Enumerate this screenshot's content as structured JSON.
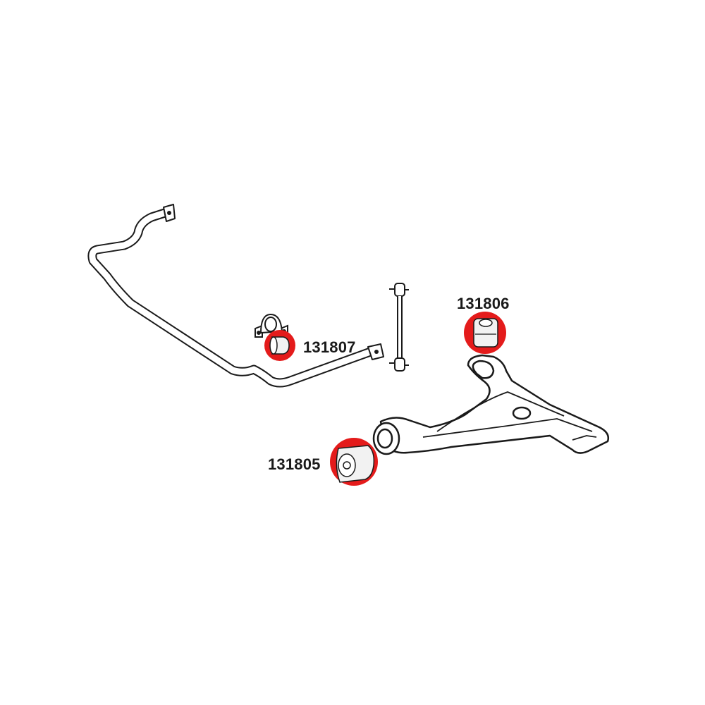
{
  "parts": {
    "stabilizer_bushing": {
      "part_number": "131807",
      "marker_color": "#e41b1b"
    },
    "ball_joint_bushing": {
      "part_number": "131806",
      "marker_color": "#e41b1b"
    },
    "control_arm_bushing": {
      "part_number": "131805",
      "marker_color": "#e41b1b"
    }
  },
  "colors": {
    "line": "#1a1a1a",
    "marker": "#e41b1b",
    "background": "#ffffff"
  }
}
